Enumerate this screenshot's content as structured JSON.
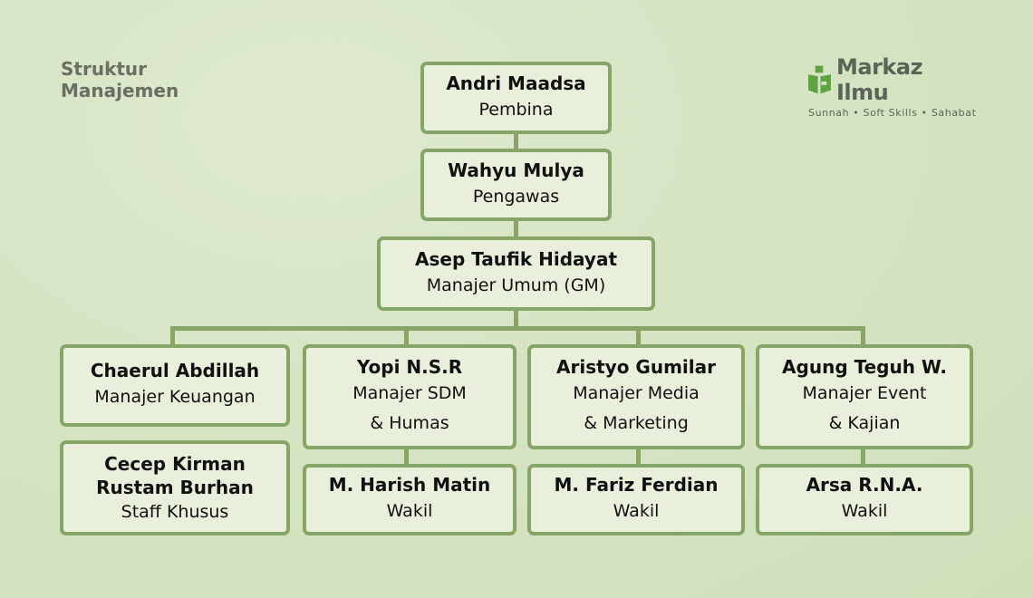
{
  "title": {
    "line1": "Struktur",
    "line2": "Manajemen"
  },
  "logo": {
    "name": "Markaz Ilmu",
    "tagline": "Sunnah • Soft Skills • Sahabat",
    "icon": "book-person-icon",
    "icon_color": "#5fa344"
  },
  "colors": {
    "box_border": "#86a566",
    "box_fill": "#e8f0db",
    "background": "#d6e4c3"
  },
  "nodes": {
    "pembina": {
      "name": "Andri Maadsa",
      "role": "Pembina"
    },
    "pengawas": {
      "name": "Wahyu Mulya",
      "role": "Pengawas"
    },
    "gm": {
      "name": "Asep Taufik Hidayat",
      "role": "Manajer Umum (GM)"
    },
    "keuangan": {
      "name": "Chaerul Abdillah",
      "role": "Manajer Keuangan"
    },
    "staff": {
      "name1": "Cecep Kirman",
      "name2": "Rustam Burhan",
      "role": "Staff Khusus"
    },
    "sdm": {
      "name": "Yopi N.S.R",
      "role1": "Manajer SDM",
      "role2": "& Humas"
    },
    "sdm_wakil": {
      "name": "M. Harish Matin",
      "role": "Wakil"
    },
    "media": {
      "name": "Aristyo Gumilar",
      "role1": "Manajer Media",
      "role2": "& Marketing"
    },
    "media_wakil": {
      "name": "M. Fariz Ferdian",
      "role": "Wakil"
    },
    "event": {
      "name": "Agung Teguh W.",
      "role1": "Manajer Event",
      "role2": "& Kajian"
    },
    "event_wakil": {
      "name": "Arsa R.N.A.",
      "role": "Wakil"
    }
  }
}
